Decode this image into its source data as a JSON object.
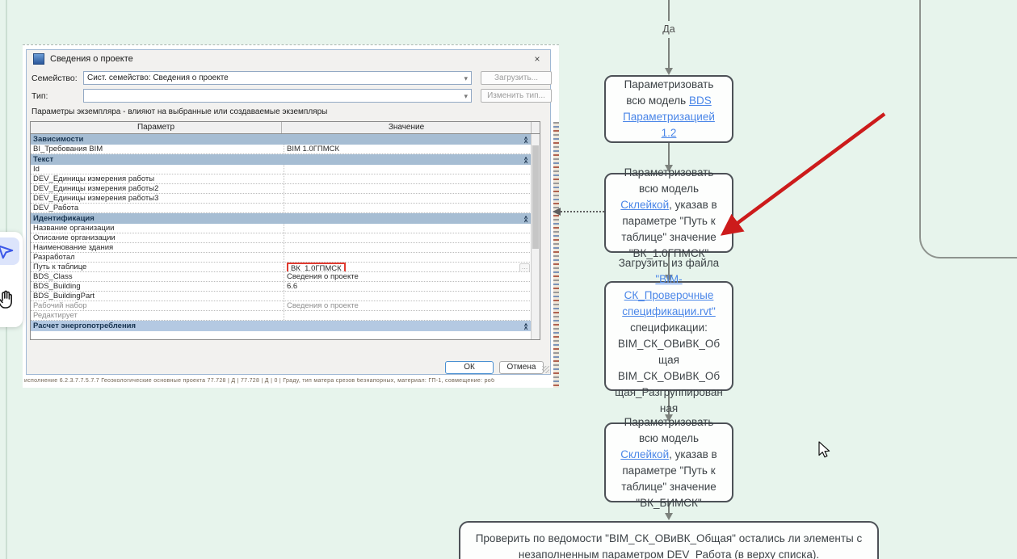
{
  "canvas": {
    "bg_color": "#e7f4ec"
  },
  "toolbar": {
    "tools": [
      {
        "name": "select",
        "icon": "cursor-icon",
        "selected": true
      },
      {
        "name": "hand",
        "icon": "hand-icon",
        "selected": false
      }
    ]
  },
  "icons": {
    "close": "×",
    "combo_chevron": "▾",
    "group_collapse": "∧",
    "ellipsis": "…"
  },
  "flowchart": {
    "edge_label": "Да",
    "link_color": "#4a86e8",
    "annotation_arrow_color": "#cc1b1b",
    "boxes": [
      {
        "segments": [
          {
            "text": "Параметризовать всю модель ",
            "link": false
          },
          {
            "text": "BDS Параметризацией 1.2",
            "link": true
          }
        ]
      },
      {
        "segments": [
          {
            "text": "Параметризовать всю модель ",
            "link": false
          },
          {
            "text": "Склейкой",
            "link": true
          },
          {
            "text": ", указав в параметре \"Путь к таблице\" значение \"ВК_1.0ГПМСК\"",
            "link": false
          }
        ]
      },
      {
        "segments": [
          {
            "text": "Загрузить из файла ",
            "link": false
          },
          {
            "text": "\"BIM-СК_Проверочные спецификации.rvt\"",
            "link": true
          },
          {
            "text": " спецификации: BIM_СК_ОВиВК_Общая BIM_СК_ОВиВК_Общая_Разгруппированная",
            "link": false
          }
        ]
      },
      {
        "segments": [
          {
            "text": "Параметризовать всю модель ",
            "link": false
          },
          {
            "text": "Склейкой",
            "link": true
          },
          {
            "text": ", указав в параметре \"Путь к таблице\" значение \"ВК_БИМСК\"",
            "link": false
          }
        ]
      },
      {
        "segments": [
          {
            "text": "Проверить по ведомости \"BIM_СК_ОВиВК_Общая\" остались ли элементы с незаполненным параметром DEV_Работа (в верху списка).",
            "link": false
          }
        ]
      }
    ]
  },
  "dialog": {
    "title": "Сведения о проекте",
    "family_label": "Семейство:",
    "family_value": "Сист. семейство: Сведения о проекте",
    "load_button": "Загрузить...",
    "type_label": "Тип:",
    "type_value": "",
    "edit_type_button": "Изменить тип...",
    "instance_note": "Параметры экземпляра - влияют на выбранные или создаваемые экземпляры",
    "table": {
      "param_header": "Параметр",
      "value_header": "Значение",
      "rows": [
        {
          "type": "group",
          "param": "Зависимости"
        },
        {
          "type": "row",
          "param": "BI_Требования BIM",
          "value": "BIM 1.0ГПМСК"
        },
        {
          "type": "group",
          "param": "Текст"
        },
        {
          "type": "row",
          "param": "Id",
          "value": ""
        },
        {
          "type": "row",
          "param": "DEV_Единицы измерения работы",
          "value": ""
        },
        {
          "type": "row",
          "param": "DEV_Единицы измерения работы2",
          "value": ""
        },
        {
          "type": "row",
          "param": "DEV_Единицы измерения работы3",
          "value": ""
        },
        {
          "type": "row",
          "param": "DEV_Работа",
          "value": ""
        },
        {
          "type": "group",
          "param": "Идентификация"
        },
        {
          "type": "row",
          "param": "Название организации",
          "value": ""
        },
        {
          "type": "row",
          "param": "Описание организации",
          "value": ""
        },
        {
          "type": "row",
          "param": "Наименование здания",
          "value": ""
        },
        {
          "type": "row",
          "param": "Разработал",
          "value": ""
        },
        {
          "type": "row",
          "param": "Путь к таблице",
          "value": "ВК_1.0ГПМСК",
          "highlight": true,
          "ellipsis": true
        },
        {
          "type": "row",
          "param": "BDS_Class",
          "value": "Сведения о проекте"
        },
        {
          "type": "row",
          "param": "BDS_Building",
          "value": "6.6"
        },
        {
          "type": "row",
          "param": "BDS_BuildingPart",
          "value": ""
        },
        {
          "type": "row",
          "param": "Рабочий набор",
          "value": "Сведения о проекте",
          "disabled": true
        },
        {
          "type": "row",
          "param": "Редактирует",
          "value": "",
          "disabled": true
        },
        {
          "type": "group",
          "param": "Расчет энергопотребления",
          "selected": true
        }
      ]
    },
    "ok_button": "ОК",
    "cancel_button": "Отмена"
  },
  "background_strip": "исполнение 6.2.3.7.7.5.7.7  Геоэкологические основные проекта     77.728     |     Д     |     77.728     |     Д     |     0     |     Граду, тип матера срезов безнапорных, материал: ГП-1, совмещение: роб"
}
